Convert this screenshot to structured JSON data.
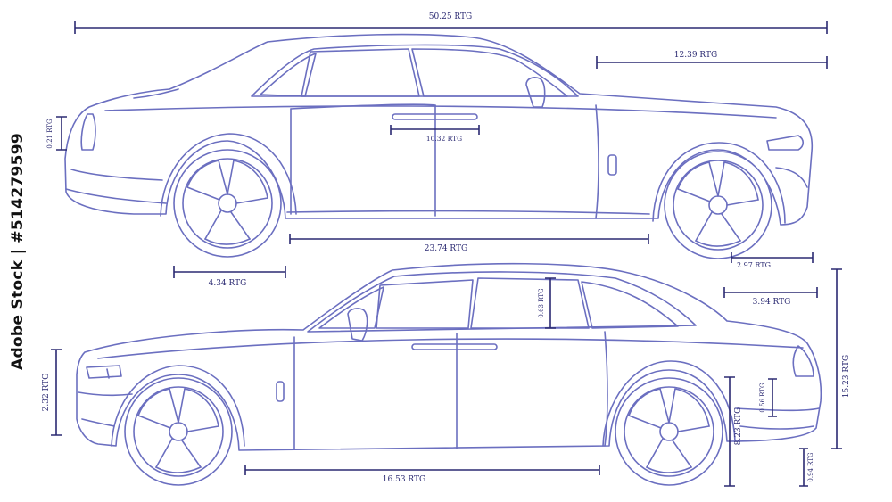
{
  "watermark": {
    "text": "Adobe Stock | #514279599"
  },
  "dimensions": {
    "total_length": "50.25 RTG",
    "top_hood": "12.39 RTG",
    "top_light_height": "0.21 RTG",
    "top_handle": "10.32 RTG",
    "top_wheelbase": "23.74 RTG",
    "top_rear_overhang": "4.34 RTG",
    "top_front_clear": "2.97 RTG",
    "bottom_window_height": "0.63 RTG",
    "bottom_trunk": "3.94 RTG",
    "bottom_front_height": "2.32 RTG",
    "bottom_rear_light": "0.56 RTG",
    "bottom_body_height": "8.23 RTG",
    "bottom_total_height": "15.23 RTG",
    "bottom_clearance": "0.94 RTG",
    "bottom_wheelbase": "16.53 RTG"
  },
  "colors": {
    "line": "#6b6fc0",
    "dimension": "#2b2a72",
    "background": "#ffffff"
  }
}
